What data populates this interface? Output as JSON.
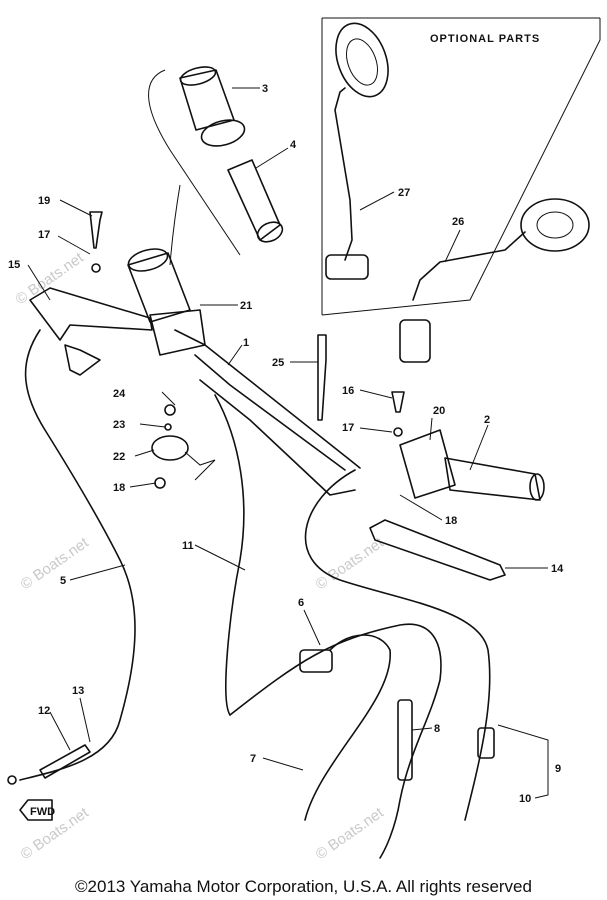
{
  "header": {
    "optional_parts_label": "OPTIONAL PARTS"
  },
  "callouts": {
    "p1": "1",
    "p2": "2",
    "p3": "3",
    "p4": "4",
    "p5": "5",
    "p6": "6",
    "p7": "7",
    "p8": "8",
    "p9": "9",
    "p10": "10",
    "p11": "11",
    "p12": "12",
    "p13": "13",
    "p14": "14",
    "p15": "15",
    "p16": "16",
    "p17a": "17",
    "p17b": "17",
    "p18a": "18",
    "p18b": "18",
    "p19": "19",
    "p20": "20",
    "p21": "21",
    "p22": "22",
    "p23": "23",
    "p24": "24",
    "p25": "25",
    "p26": "26",
    "p27": "27"
  },
  "direction_tag": "FWD",
  "watermark": "© Boats.net",
  "footer": {
    "copyright": "©2013 Yamaha Motor Corporation, U.S.A. All rights reserved"
  }
}
